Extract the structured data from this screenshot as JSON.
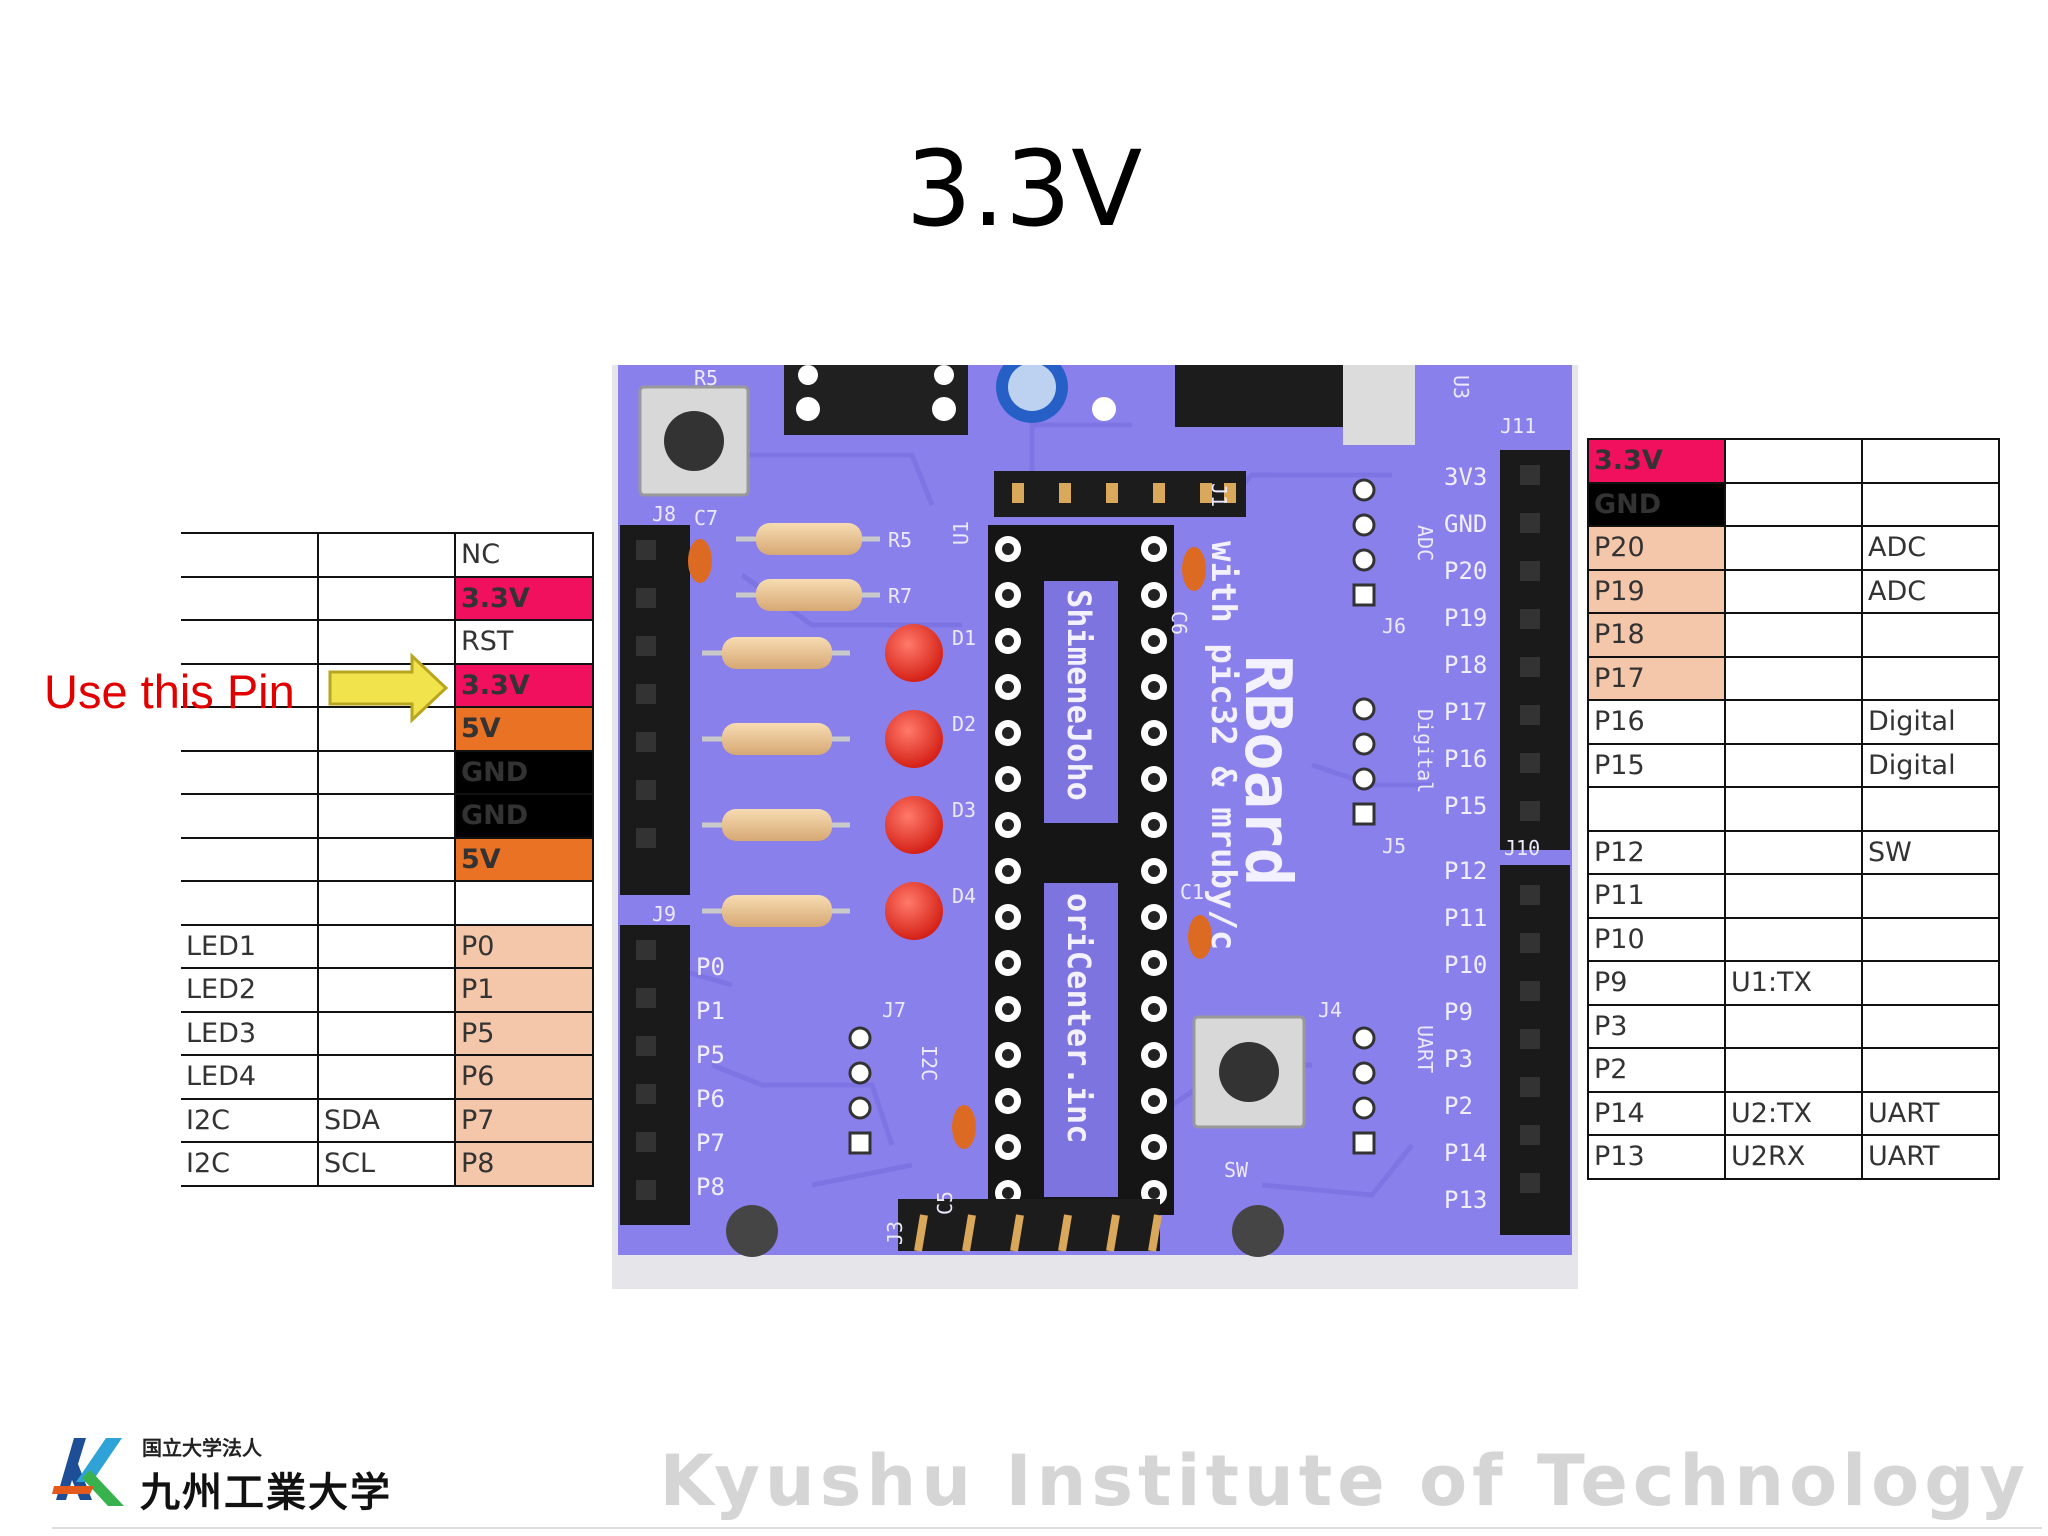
{
  "slide": {
    "title": "3.3V",
    "callout": "Use this Pin"
  },
  "left_table": {
    "rows": [
      {
        "c1": "",
        "c2": "",
        "c3": "NC",
        "style": ""
      },
      {
        "c1": "",
        "c2": "",
        "c3": "3.3V",
        "style": "pink"
      },
      {
        "c1": "",
        "c2": "",
        "c3": "RST",
        "style": ""
      },
      {
        "c1": "",
        "c2": "",
        "c3": "3.3V",
        "style": "pink"
      },
      {
        "c1": "",
        "c2": "",
        "c3": "5V",
        "style": "orange"
      },
      {
        "c1": "",
        "c2": "",
        "c3": "GND",
        "style": "black"
      },
      {
        "c1": "",
        "c2": "",
        "c3": "GND",
        "style": "black"
      },
      {
        "c1": "",
        "c2": "",
        "c3": "5V",
        "style": "orange"
      },
      {
        "c1": "",
        "c2": "",
        "c3": "",
        "style": ""
      },
      {
        "c1": "LED1",
        "c2": "",
        "c3": "P0",
        "style": "peach"
      },
      {
        "c1": "LED2",
        "c2": "",
        "c3": "P1",
        "style": "peach"
      },
      {
        "c1": "LED3",
        "c2": "",
        "c3": "P5",
        "style": "peach"
      },
      {
        "c1": "LED4",
        "c2": "",
        "c3": "P6",
        "style": "peach"
      },
      {
        "c1": "I2C",
        "c2": "SDA",
        "c3": "P7",
        "style": "peach"
      },
      {
        "c1": "I2C",
        "c2": "SCL",
        "c3": "P8",
        "style": "peach"
      }
    ]
  },
  "right_table": {
    "rows": [
      {
        "c1": "3.3V",
        "c2": "",
        "c3": "",
        "style": "pink"
      },
      {
        "c1": "GND",
        "c2": "",
        "c3": "",
        "style": "black"
      },
      {
        "c1": "P20",
        "c2": "",
        "c3": "ADC",
        "style": "peach"
      },
      {
        "c1": "P19",
        "c2": "",
        "c3": "ADC",
        "style": "peach"
      },
      {
        "c1": "P18",
        "c2": "",
        "c3": "",
        "style": "peach"
      },
      {
        "c1": "P17",
        "c2": "",
        "c3": "",
        "style": "peach"
      },
      {
        "c1": "P16",
        "c2": "",
        "c3": "Digital",
        "style": ""
      },
      {
        "c1": "P15",
        "c2": "",
        "c3": "Digital",
        "style": ""
      },
      {
        "c1": "",
        "c2": "",
        "c3": "",
        "style": ""
      },
      {
        "c1": "P12",
        "c2": "",
        "c3": "SW",
        "style": ""
      },
      {
        "c1": "P11",
        "c2": "",
        "c3": "",
        "style": ""
      },
      {
        "c1": "P10",
        "c2": "",
        "c3": "",
        "style": ""
      },
      {
        "c1": "P9",
        "c2": "U1:TX",
        "c3": "",
        "style": ""
      },
      {
        "c1": "P3",
        "c2": "",
        "c3": "",
        "style": ""
      },
      {
        "c1": "P2",
        "c2": "",
        "c3": "",
        "style": ""
      },
      {
        "c1": "P14",
        "c2": "U2:TX",
        "c3": "UART",
        "style": ""
      },
      {
        "c1": "P13",
        "c2": "U2RX",
        "c3": "UART",
        "style": ""
      }
    ]
  },
  "board": {
    "title": "RBoard",
    "subtitle": "with pic32 & mruby/c",
    "chip_text_top": "ShimeneJoho",
    "chip_text_bottom": "oriCenter.inc",
    "left_pins": [
      "P0",
      "P1",
      "P5",
      "P6",
      "P7",
      "P8"
    ],
    "right_pins_top": [
      "3V3",
      "GND",
      "P20",
      "P19",
      "P18",
      "P17",
      "P16",
      "P15"
    ],
    "right_pins_bottom": [
      "P12",
      "P11",
      "P10",
      "P9",
      "P3",
      "P2",
      "P14",
      "P13"
    ],
    "connector_labels": {
      "j1": "J1",
      "j3": "J3",
      "j4": "J4",
      "j5": "J5",
      "j6": "J6",
      "j7": "J7",
      "j8": "J8",
      "j9": "J9",
      "j10": "J10",
      "j11": "J11"
    },
    "part_labels": {
      "r5": "R5",
      "r7": "R7",
      "c7": "C7",
      "u1": "U1",
      "u3": "U3",
      "c6": "C6",
      "c1": "C1",
      "c5": "C5",
      "sw": "SW",
      "d1": "D1",
      "d2": "D2",
      "d3": "D3",
      "d4": "D4"
    },
    "header_labels": {
      "adc": "ADC",
      "digital": "Digital",
      "uart": "UART",
      "i2c": "I2C"
    }
  },
  "footer": {
    "logo_small": "国立大学法人",
    "logo_big": "九州工業大学",
    "brand": "Kyushu Institute of Technology"
  },
  "colors": {
    "board": "#8a80ec",
    "pink": "#f0105e",
    "orange": "#ea7224",
    "peach": "#f4c7aa",
    "callout": "#e00000",
    "arrow_fill": "#f1e34b"
  }
}
